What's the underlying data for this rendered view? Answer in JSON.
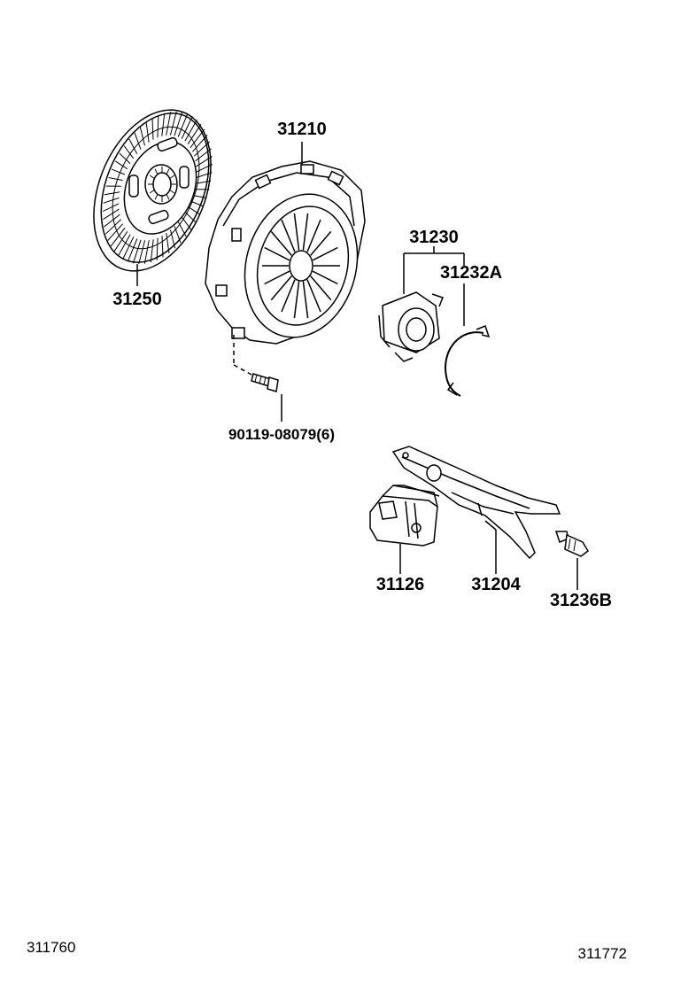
{
  "parts": {
    "clutch_disc": "31250",
    "clutch_cover": "31210",
    "release_bearing": "31230",
    "bearing_clip": "31232A",
    "cover_bolt": "90119-08079(6)",
    "fork_boot": "31126",
    "release_fork": "31204",
    "fork_support": "31236B"
  },
  "corners": {
    "left_code": "311760",
    "right_code": "311772"
  }
}
